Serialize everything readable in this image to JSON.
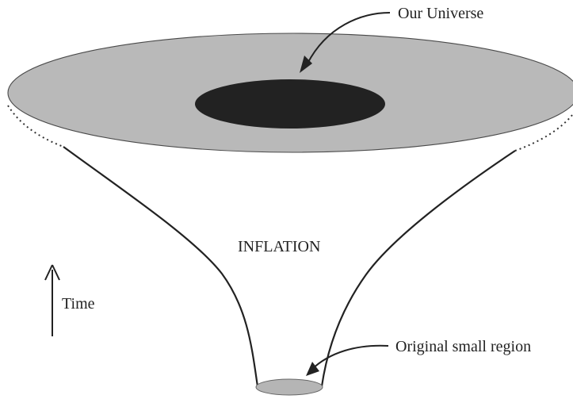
{
  "labels": {
    "our_universe": "Our Universe",
    "inflation": "INFLATION",
    "time": "Time",
    "original_region": "Original small region"
  },
  "colors": {
    "disk_fill": "#b9b9b9",
    "universe_fill": "#222222",
    "line": "#222222",
    "text": "#222222",
    "small_region_fill": "#b5b5b5"
  }
}
